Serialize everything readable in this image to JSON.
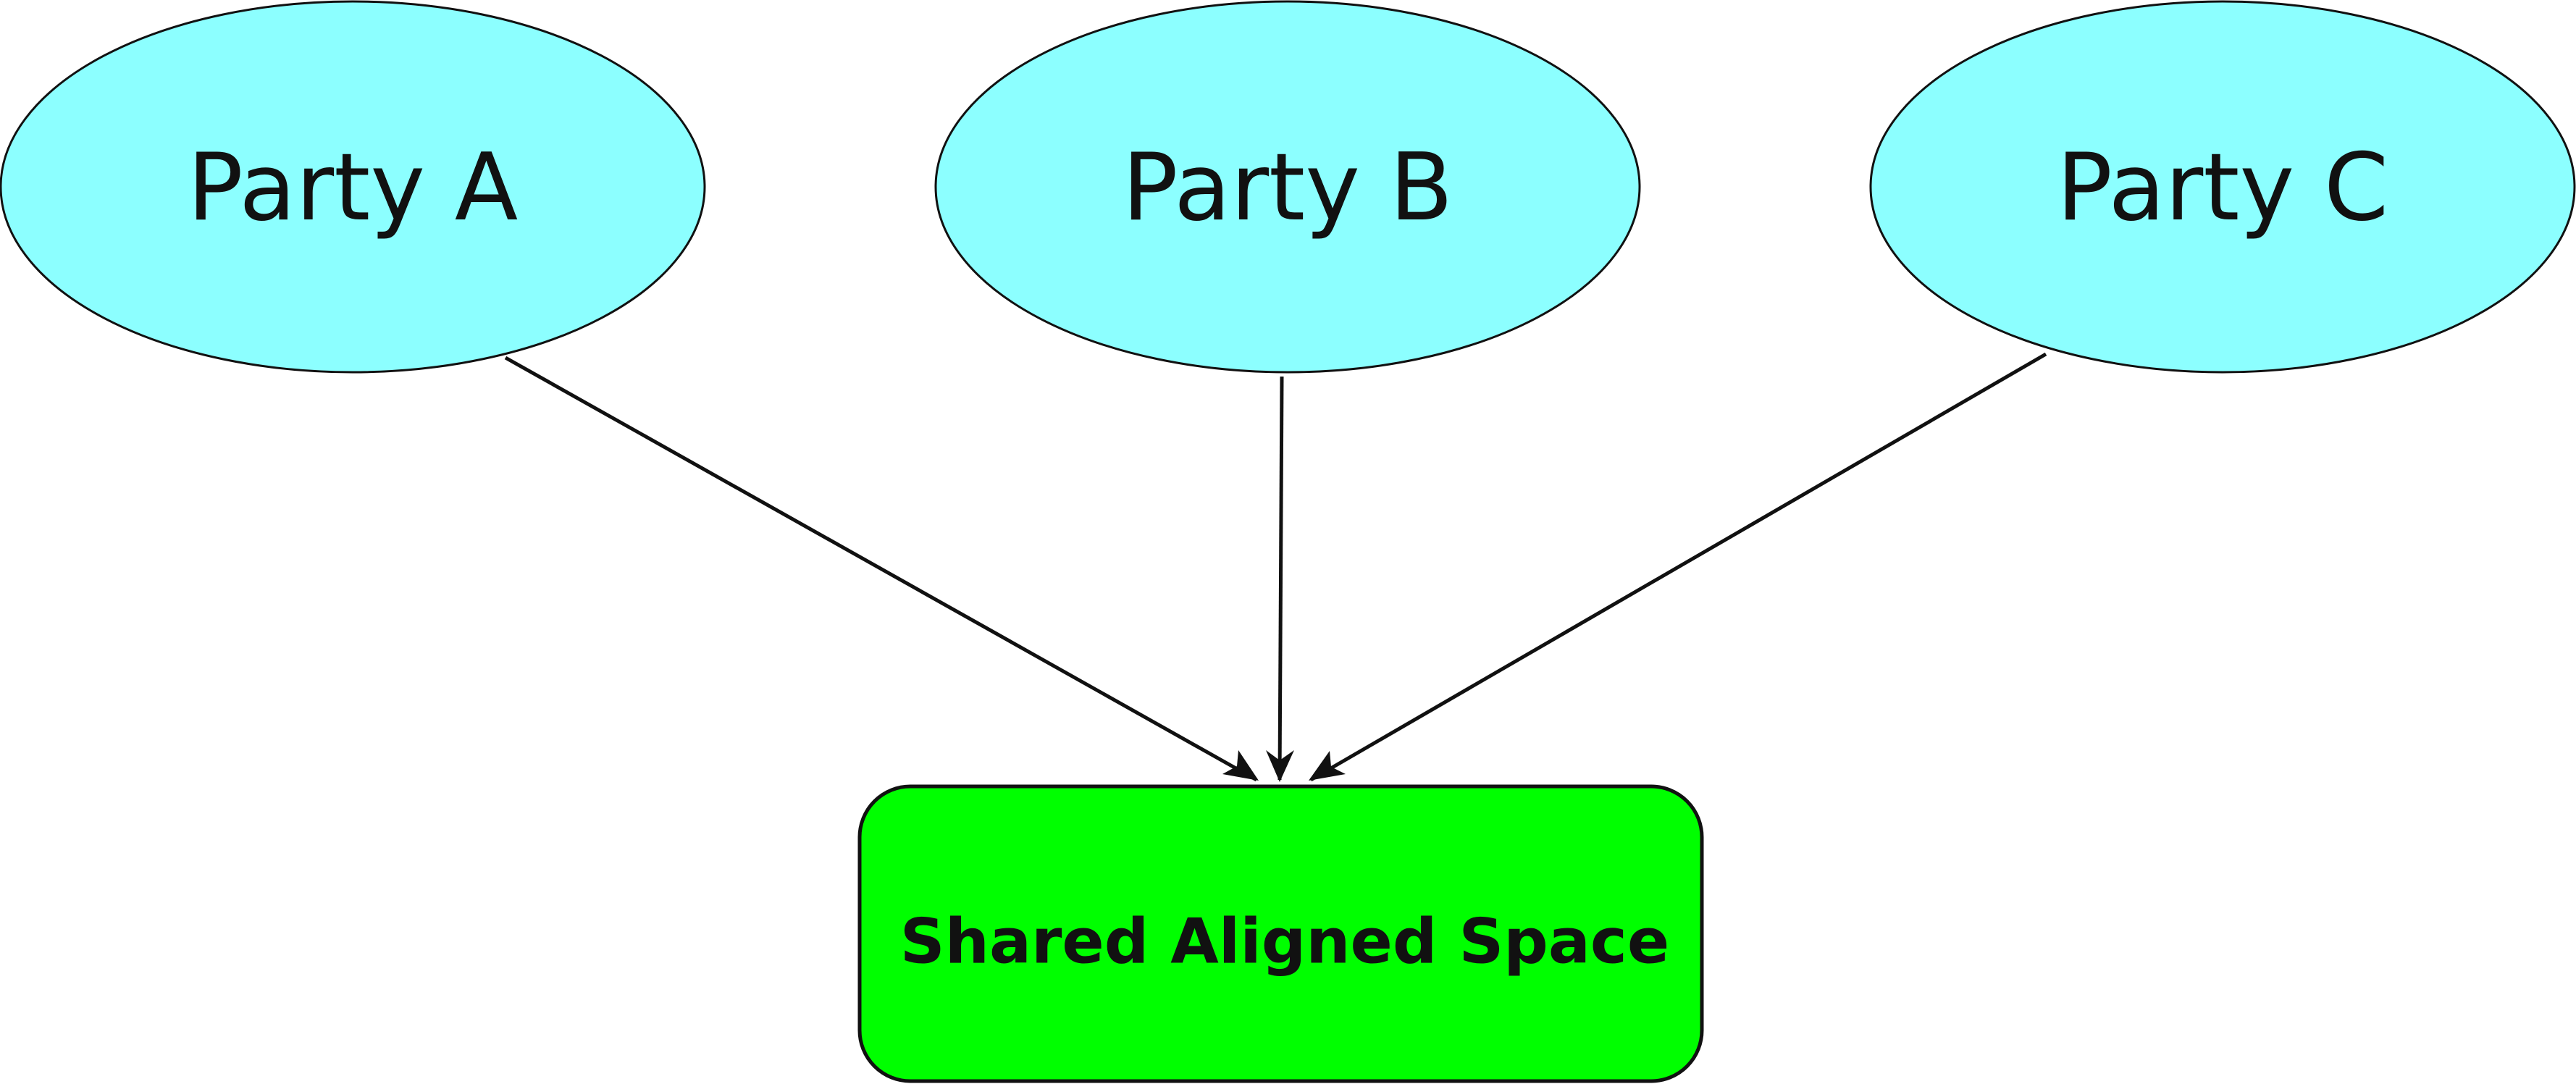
{
  "nodes": {
    "party_a": {
      "label": "Party A"
    },
    "party_b": {
      "label": "Party B"
    },
    "party_c": {
      "label": "Party C"
    },
    "shared": {
      "label": "Shared Aligned Space"
    }
  },
  "colors": {
    "party_fill": "#8cffff",
    "shared_fill": "#00ff00",
    "stroke": "#111111",
    "edge": "#111111"
  },
  "edges": [
    {
      "from": "party_a",
      "to": "shared"
    },
    {
      "from": "party_b",
      "to": "shared"
    },
    {
      "from": "party_c",
      "to": "shared"
    }
  ]
}
